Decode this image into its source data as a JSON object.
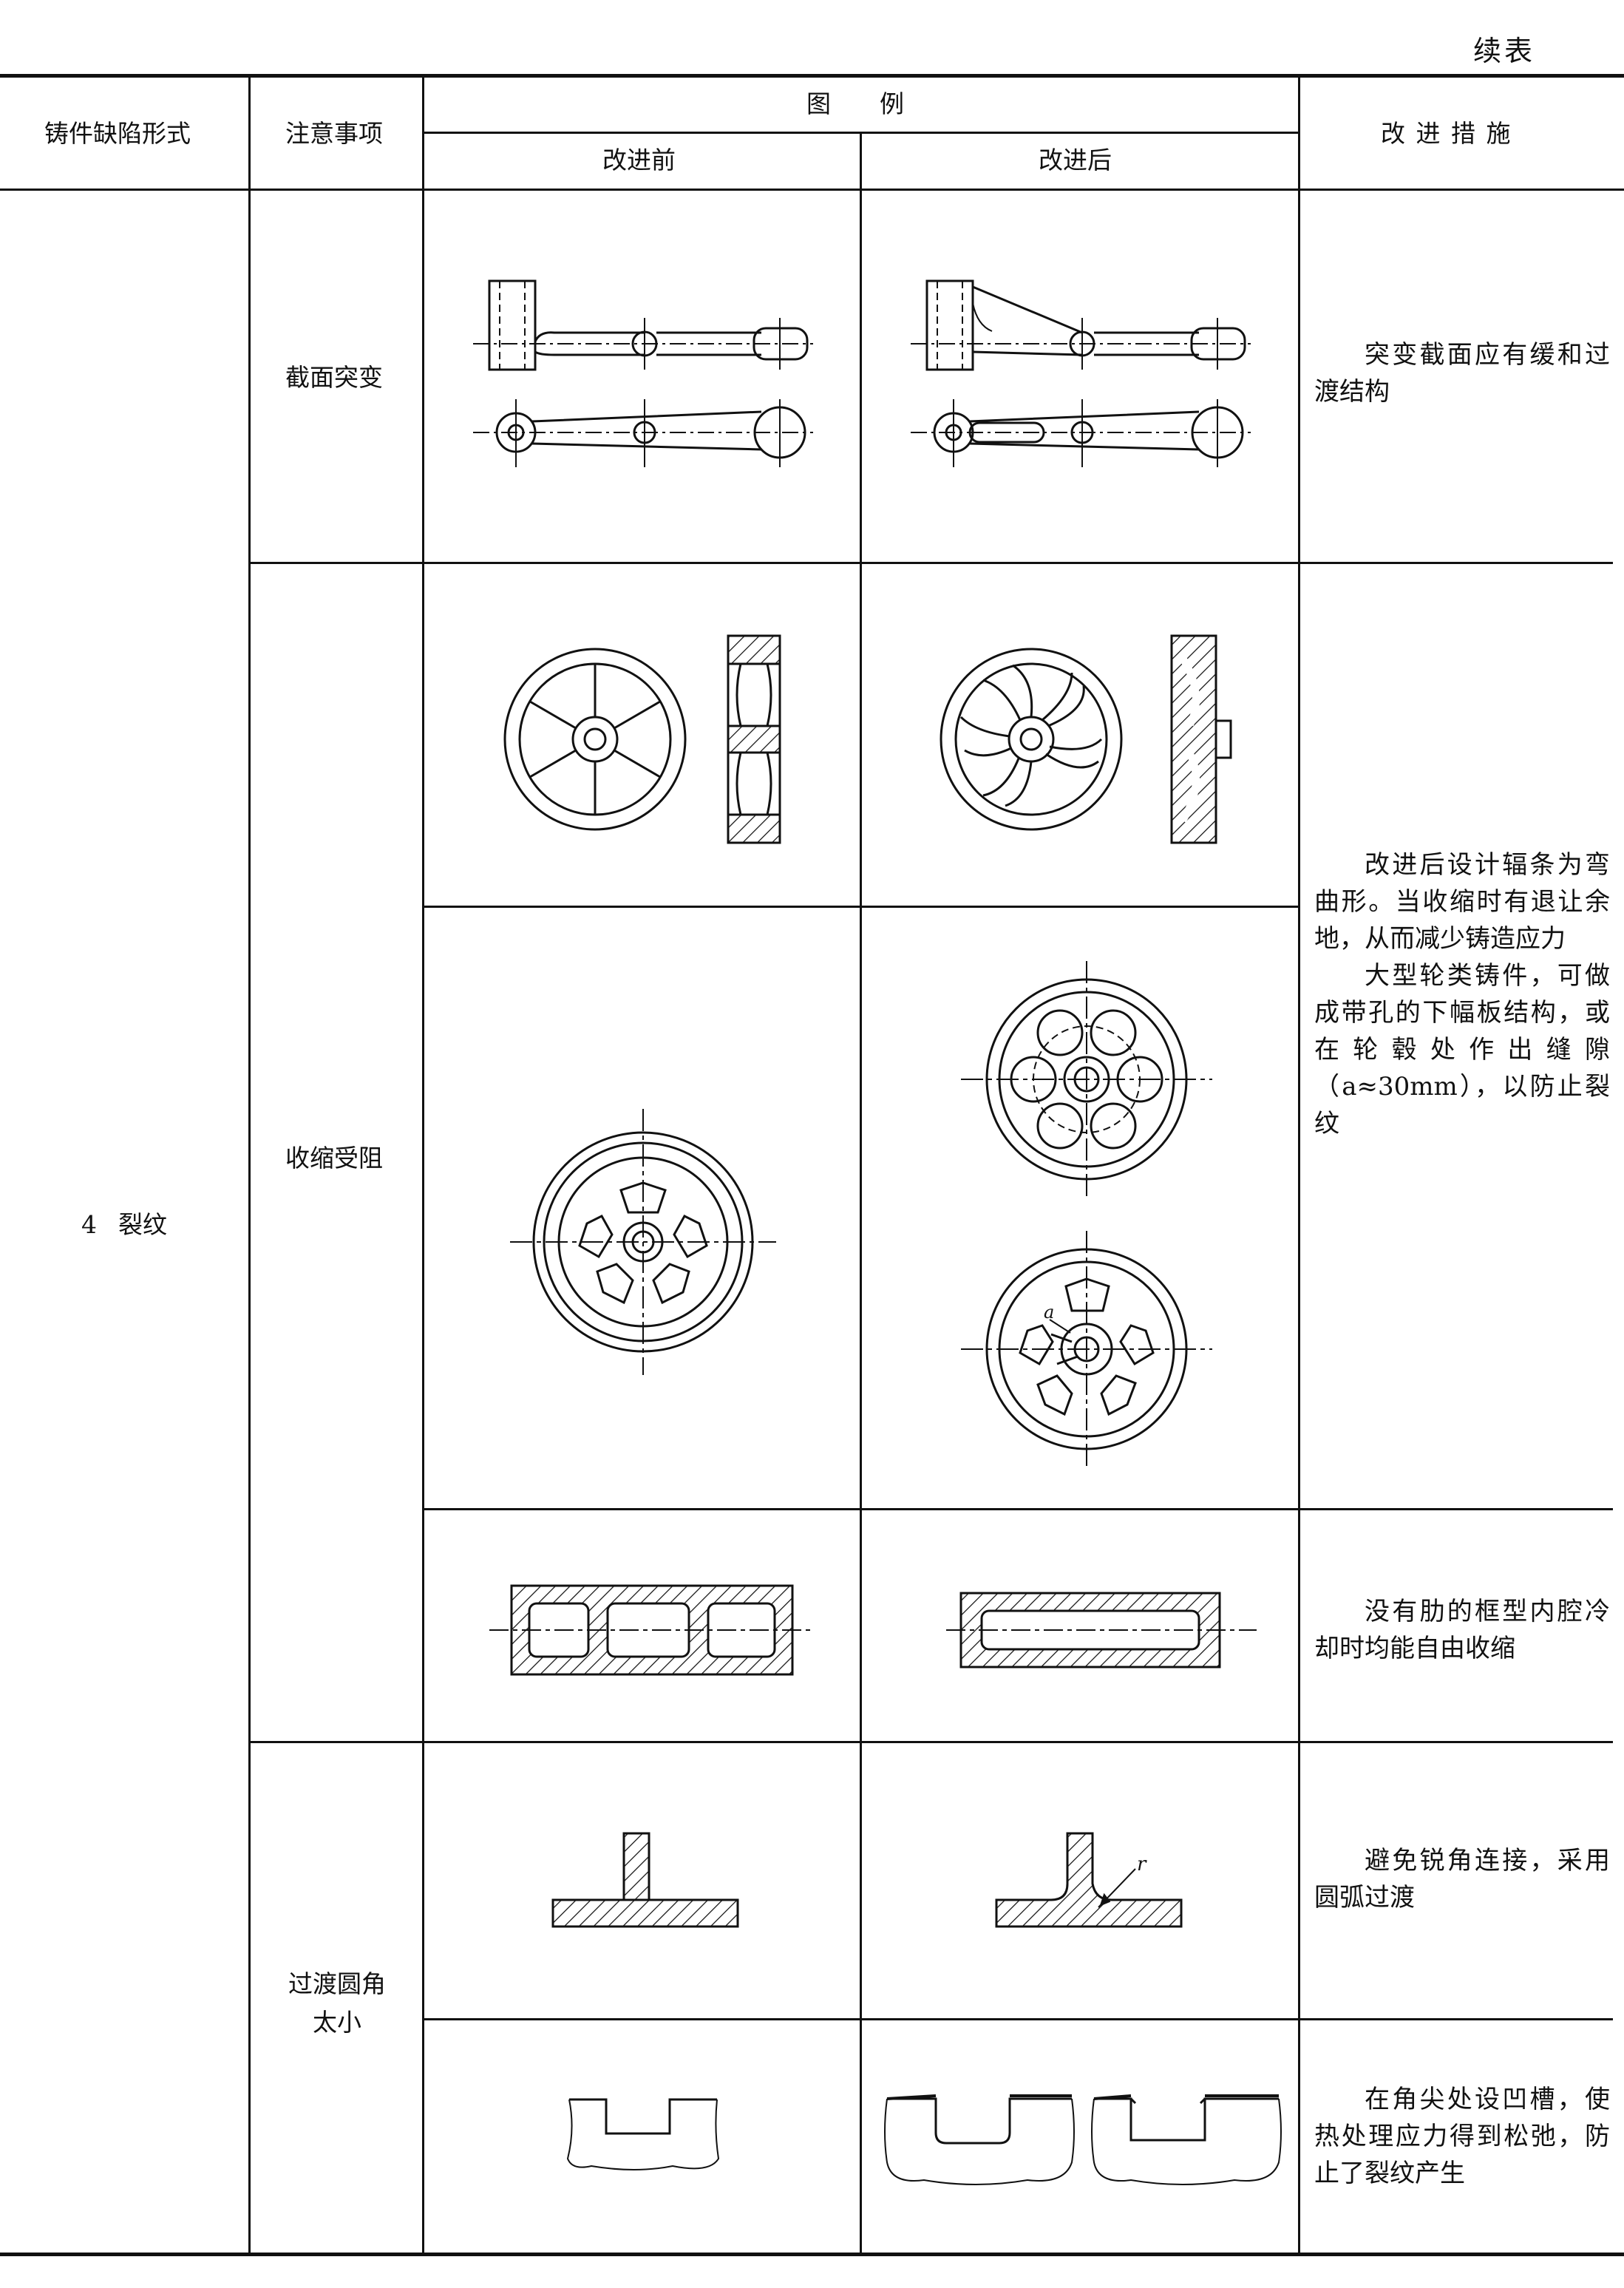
{
  "continued_label": "续表",
  "header": {
    "col1": "铸件缺陷形式",
    "col2": "注意事项",
    "illustration": "图　　例",
    "before": "改进前",
    "after": "改进后",
    "measures": "改 进 措 施"
  },
  "defect": {
    "number": "4",
    "name": "裂纹"
  },
  "rows": [
    {
      "note": "截面突变",
      "measure": [
        "突变截面应有缓和过渡结构"
      ]
    },
    {
      "note": "收缩受阻",
      "measure": [
        "改进后设计辐条为弯曲形。当收缩时有退让余地，从而减少铸造应力",
        "大型轮类铸件，可做成带孔的下幅板结构，或在轮毂处作出缝隙（a≈30mm），以防止裂纹"
      ]
    },
    {
      "note": "",
      "measure": [
        "没有肋的框型内腔冷却时均能自由收缩"
      ]
    },
    {
      "note": "过渡圆角太小",
      "measure": [
        "避免锐角连接，采用圆弧过渡"
      ]
    },
    {
      "note": "",
      "measure": [
        "在角尖处设凹槽，使热处理应力得到松弛，防止了裂纹产生"
      ]
    }
  ],
  "figure_labels": {
    "gap": "a",
    "radius": "r"
  }
}
